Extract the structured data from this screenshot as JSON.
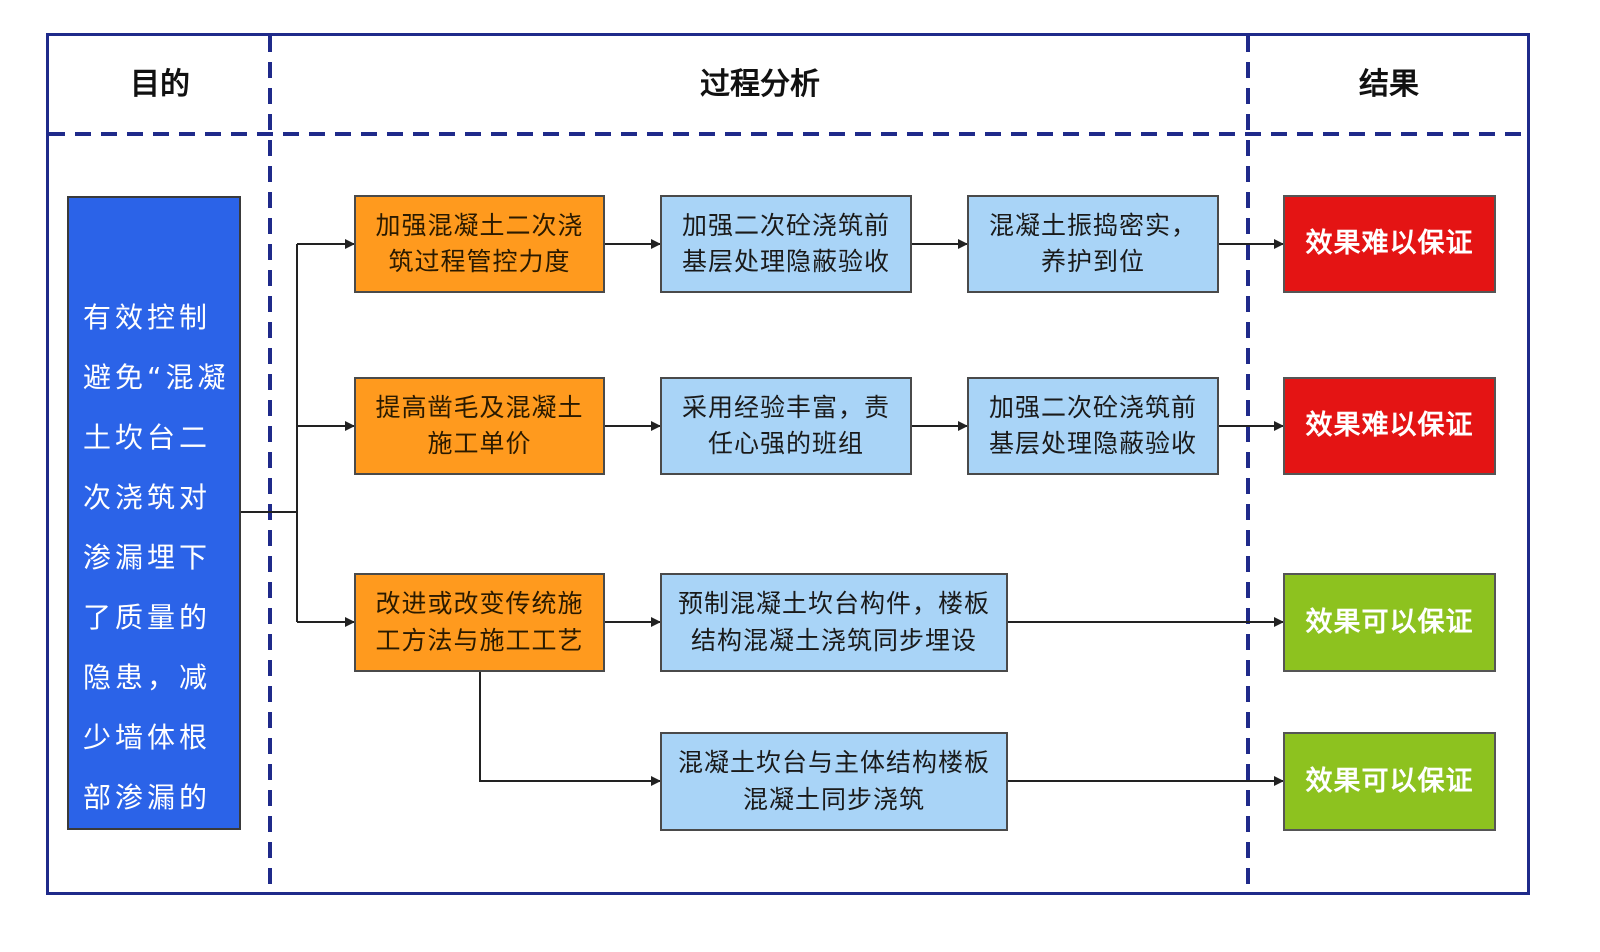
{
  "headers": {
    "purpose": "目的",
    "process": "过程分析",
    "result": "结果"
  },
  "goal": {
    "text": "有效控制避免“混凝土坎台二次浇筑对渗漏埋下了质量的隐患，减少墙体根部渗漏的风险。”"
  },
  "measures": [
    {
      "text": "加强混凝土二次浇筑过程管控力度"
    },
    {
      "text": "提高凿毛及混凝土施工单价"
    },
    {
      "text": "改进或改变传统施工方法与施工工艺"
    }
  ],
  "steps": [
    {
      "text": "加强二次砼浇筑前基层处理隐蔽验收"
    },
    {
      "text": "混凝土振捣密实，养护到位"
    },
    {
      "text": "采用经验丰富，责任心强的班组"
    },
    {
      "text": "加强二次砼浇筑前基层处理隐蔽验收"
    },
    {
      "text": "预制混凝土坎台构件，楼板结构混凝土浇筑同步埋设"
    },
    {
      "text": "混凝土坎台与主体结构楼板混凝土同步浇筑"
    }
  ],
  "results": [
    {
      "text": "效果难以保证",
      "color": "#e41414"
    },
    {
      "text": "效果难以保证",
      "color": "#e41414"
    },
    {
      "text": "效果可以保证",
      "color": "#8dc21f"
    },
    {
      "text": "效果可以保证",
      "color": "#8dc21f"
    }
  ]
}
